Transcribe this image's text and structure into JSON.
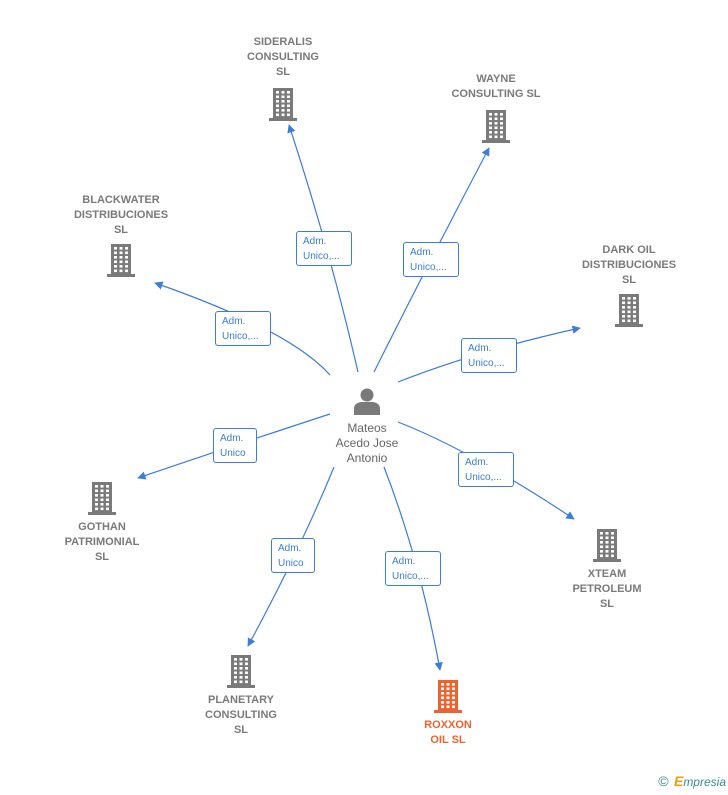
{
  "center": {
    "name": "Mateos\nAcedo Jose\nAntonio",
    "icon": "person-icon"
  },
  "companies": {
    "sideralis": {
      "name": "SIDERALIS\nCONSULTING\nSL",
      "icon": "building-icon"
    },
    "wayne": {
      "name": "WAYNE\nCONSULTING SL",
      "icon": "building-icon"
    },
    "blackwater": {
      "name": "BLACKWATER\nDISTRIBUCIONES\nSL",
      "icon": "building-icon"
    },
    "darkoil": {
      "name": "DARK OIL\nDISTRIBUCIONES\nSL",
      "icon": "building-icon"
    },
    "gothan": {
      "name": "GOTHAN\nPATRIMONIAL\nSL",
      "icon": "building-icon"
    },
    "xteam": {
      "name": "XTEAM\nPETROLEUM\nSL",
      "icon": "building-icon"
    },
    "planetary": {
      "name": "PLANETARY\nCONSULTING\nSL",
      "icon": "building-icon"
    },
    "roxxon": {
      "name": "ROXXON\nOIL  SL",
      "icon": "building-icon",
      "highlighted": true
    }
  },
  "relations": {
    "sideralis": "Adm.\nUnico,...",
    "wayne": "Adm.\nUnico,...",
    "blackwater": "Adm.\nUnico,...",
    "darkoil": "Adm.\nUnico,...",
    "gothan": "Adm.\nUnico",
    "xteam": "Adm.\nUnico,...",
    "planetary": "Adm.\nUnico",
    "roxxon": "Adm.\nUnico,..."
  },
  "colors": {
    "edge": "#3b7dd8",
    "building": "#7a7a7a",
    "building_highlight": "#f0622d",
    "label_highlight": "#f0622d",
    "person": "#7a7a7a"
  },
  "footer": {
    "copyright": "©",
    "brand_initial": "E",
    "brand_rest": "mpresia"
  }
}
